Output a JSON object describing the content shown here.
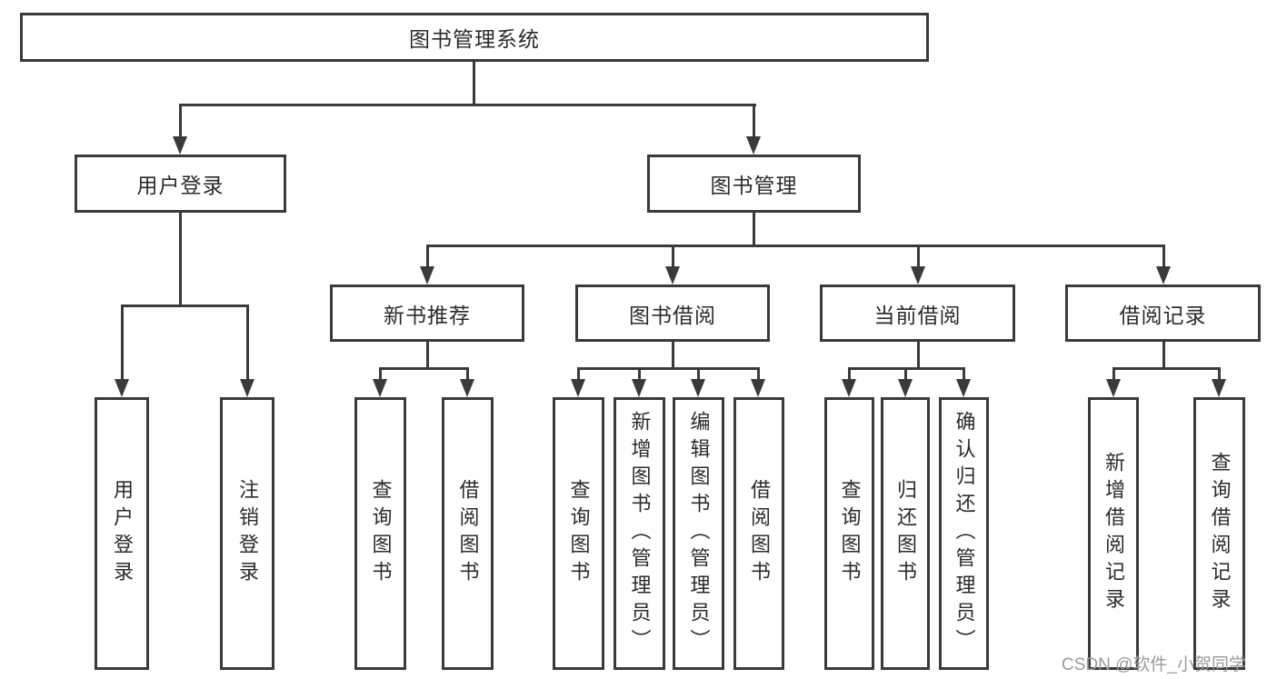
{
  "tree": {
    "root": {
      "label": "图书管理系统",
      "children": [
        {
          "label": "用户登录",
          "children": [
            {
              "label": "用户登录"
            },
            {
              "label": "注销登录"
            }
          ]
        },
        {
          "label": "图书管理",
          "children": [
            {
              "label": "新书推荐",
              "children": [
                {
                  "label": "查询图书"
                },
                {
                  "label": "借阅图书"
                }
              ]
            },
            {
              "label": "图书借阅",
              "children": [
                {
                  "label": "查询图书"
                },
                {
                  "label": "新增图书（管理员）"
                },
                {
                  "label": "编辑图书（管理员）"
                },
                {
                  "label": "借阅图书"
                }
              ]
            },
            {
              "label": "当前借阅",
              "children": [
                {
                  "label": "查询图书"
                },
                {
                  "label": "归还图书"
                },
                {
                  "label": "确认归还（管理员）"
                }
              ]
            },
            {
              "label": "借阅记录",
              "children": [
                {
                  "label": "新增借阅记录"
                },
                {
                  "label": "查询借阅记录"
                }
              ]
            }
          ]
        }
      ]
    }
  },
  "watermark": {
    "text": "CSDN @软件_小贺同学"
  },
  "colors": {
    "line": "#3a3a3a",
    "text": "#2b2b2b",
    "watermark": "#9b9b9b",
    "background": "#ffffff"
  }
}
